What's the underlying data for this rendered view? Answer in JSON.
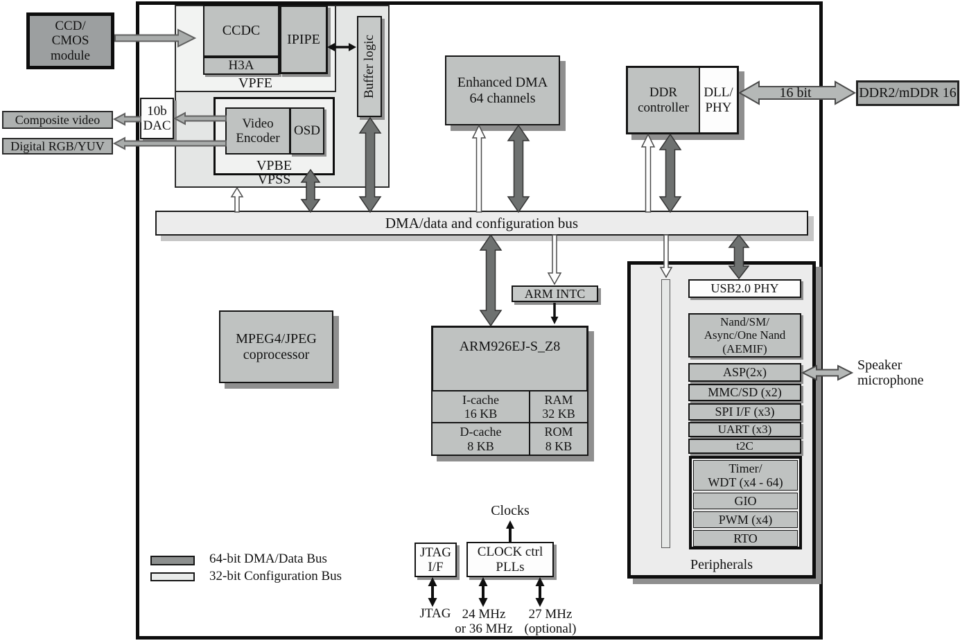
{
  "colors": {
    "block_gray": "#bfc2c1",
    "container_gray": "#e4e6e5",
    "dark_arrow": "#6e7170",
    "shadow_gray": "#8f8f8f"
  },
  "external": {
    "ccd_module": "CCD/\nCMOS\nmodule",
    "composite_video": "Composite video",
    "digital_rgb_yuv": "Digital RGB/YUV",
    "ddr2": "DDR2/mDDR 16",
    "ddr_bus_width": "16 bit",
    "speaker": "Speaker\nmicrophone"
  },
  "vpss": {
    "label": "VPSS",
    "vpfe_label": "VPFE",
    "ccdc": "CCDC",
    "h3a": "H3A",
    "ipipe": "IPIPE",
    "buffer_logic": "Buffer logic",
    "dac": "10b\nDAC",
    "vpbe_label": "VPBE",
    "video_encoder": "Video\nEncoder",
    "osd": "OSD"
  },
  "dma": {
    "enhanced_dma": "Enhanced DMA\n64 channels"
  },
  "memory": {
    "ddr_controller": "DDR\ncontroller",
    "dll_phy": "DLL/\nPHY"
  },
  "bus": {
    "label": "DMA/data and configuration bus"
  },
  "coprocessor": {
    "mpeg4": "MPEG4/JPEG\ncoprocessor"
  },
  "cpu": {
    "intc": "ARM INTC",
    "core": "ARM926EJ-S_Z8",
    "icache": "I-cache\n16 KB",
    "ram": "RAM\n32 KB",
    "dcache": "D-cache\n8 KB",
    "rom": "ROM\n8 KB"
  },
  "peripherals": {
    "label": "Peripherals",
    "usb_phy": "USB2.0 PHY",
    "rows": [
      "Nand/SM/\nAsync/One Nand\n(AEMIF)",
      "ASP(2x)",
      "MMC/SD (x2)",
      "SPI I/F (x3)",
      "UART (x3)",
      "t2C"
    ],
    "timer_rows": [
      "Timer/\nWDT (x4 - 64)",
      "GIO",
      "PWM (x4)",
      "RTO"
    ]
  },
  "clocking": {
    "jtag_if": "JTAG\nI/F",
    "clock_ctrl": "CLOCK ctrl\nPLLs",
    "clocks": "Clocks",
    "jtag_label": "JTAG",
    "mhz24": "24 MHz\nor 36 MHz",
    "mhz27": "27 MHz\n(optional)"
  },
  "legend": {
    "items": [
      {
        "label": "64-bit DMA/Data Bus"
      },
      {
        "label": "32-bit Configuration Bus"
      }
    ]
  }
}
